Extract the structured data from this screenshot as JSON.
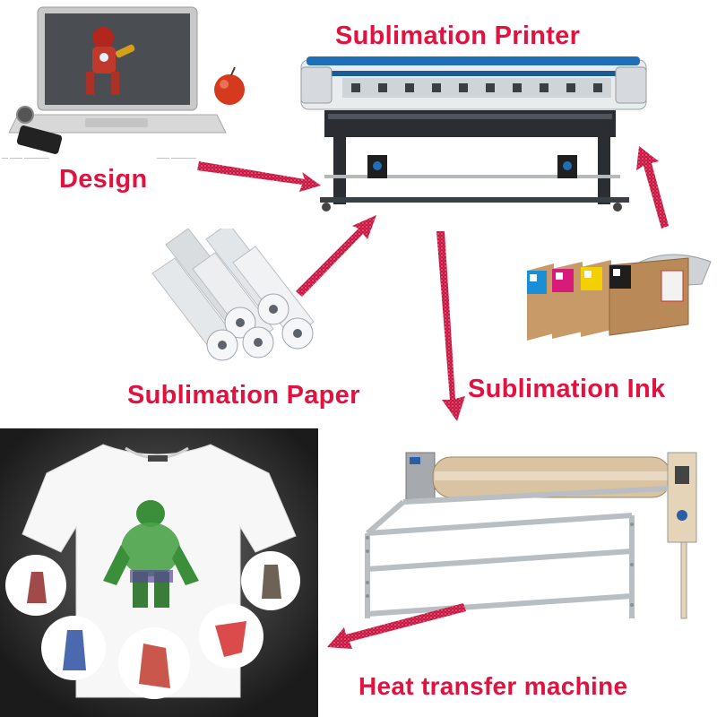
{
  "labels": {
    "printer": "Sublimation Printer",
    "design": "Design",
    "paper": "Sublimation Paper",
    "ink": "Sublimation Ink",
    "heat": "Heat transfer machine"
  },
  "colors": {
    "label": "#e0123f",
    "arrow": "#c8143e",
    "dark_bg": "#2b2b2b"
  },
  "icons": [
    "laptop-icon",
    "apple-icon",
    "phone-icon",
    "printer-icon",
    "paper-roll-icon",
    "ink-box-icon",
    "heat-press-icon",
    "tshirt-icon"
  ]
}
